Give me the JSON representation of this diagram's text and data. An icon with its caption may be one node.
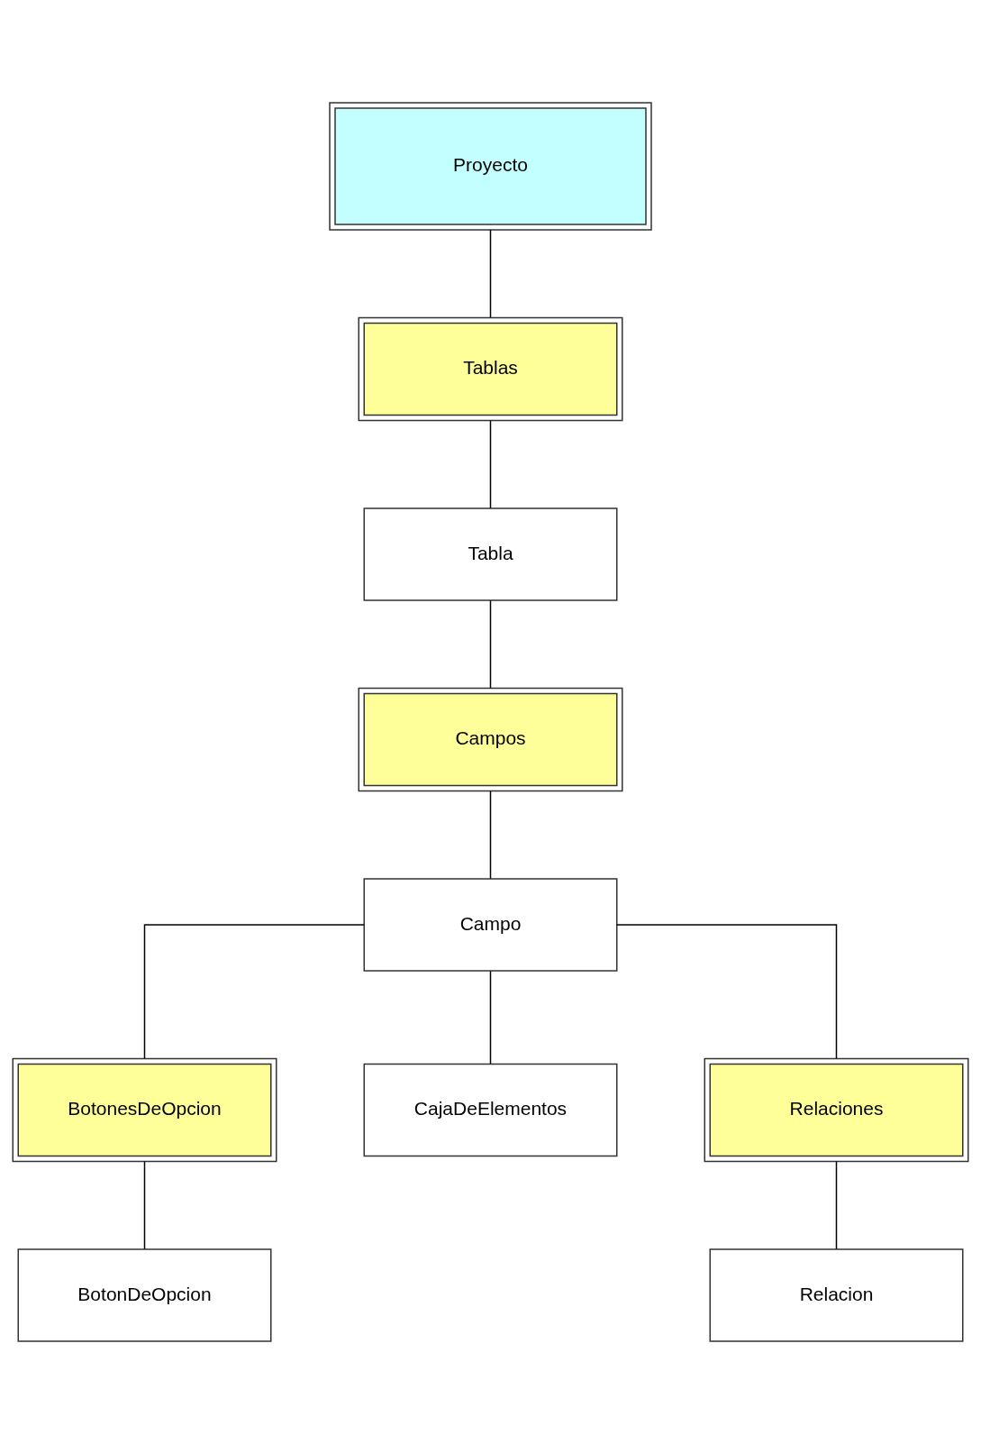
{
  "diagram": {
    "nodes": [
      {
        "text": [
          "Proyecto"
        ]
      },
      {
        "text": [
          "Tablas"
        ]
      },
      {
        "text": [
          "Tabla"
        ]
      },
      {
        "text": [
          "Campos"
        ]
      },
      {
        "text": [
          "Campo"
        ]
      },
      {
        "text": [
          "BotonesDeOpcion"
        ]
      },
      {
        "text": [
          "CajaDeElementos"
        ]
      },
      {
        "text": [
          "Relaciones"
        ]
      },
      {
        "text": [
          "BotonDeOpcion"
        ]
      },
      {
        "text": [
          "Relacion"
        ]
      }
    ],
    "edges": [
      {
        "from": 0,
        "to": 1,
        "arrow": "none"
      },
      {
        "from": 1,
        "to": 2,
        "arrow": "none"
      },
      {
        "from": 2,
        "to": 3,
        "arrow": "none"
      },
      {
        "from": 3,
        "to": 4,
        "arrow": "none"
      },
      {
        "from": 4,
        "to": 5,
        "arrow": "none"
      },
      {
        "from": 4,
        "to": 6,
        "arrow": "none"
      },
      {
        "from": 4,
        "to": 7,
        "arrow": "none"
      },
      {
        "from": 5,
        "to": 8,
        "arrow": "none"
      },
      {
        "from": 7,
        "to": 9,
        "arrow": "none"
      }
    ]
  }
}
